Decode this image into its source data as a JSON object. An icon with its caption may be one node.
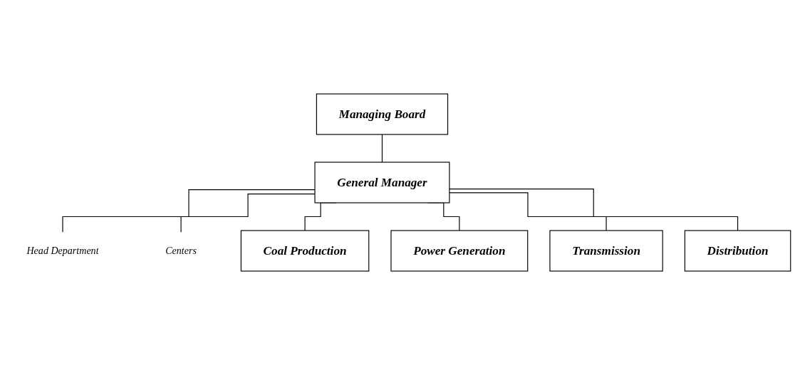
{
  "diagram": {
    "nodes": [
      {
        "text": [
          "Managing Board"
        ]
      },
      {
        "text": [
          "General Manager"
        ]
      },
      {
        "text": [
          "Head Department"
        ]
      },
      {
        "text": [
          "Centers"
        ]
      },
      {
        "text": [
          "Coal Production"
        ]
      },
      {
        "text": [
          "Power Generation"
        ]
      },
      {
        "text": [
          "Transmission"
        ]
      },
      {
        "text": [
          "Distribution"
        ]
      }
    ],
    "edges": [
      {
        "from": 0,
        "to": 1,
        "arrow": "none"
      },
      {
        "from": 1,
        "to": 2,
        "arrow": "none"
      },
      {
        "from": 1,
        "to": 3,
        "arrow": "none"
      },
      {
        "from": 1,
        "to": 4,
        "arrow": "none"
      },
      {
        "from": 1,
        "to": 5,
        "arrow": "none"
      },
      {
        "from": 1,
        "to": 6,
        "arrow": "none"
      },
      {
        "from": 1,
        "to": 7,
        "arrow": "none"
      }
    ]
  }
}
